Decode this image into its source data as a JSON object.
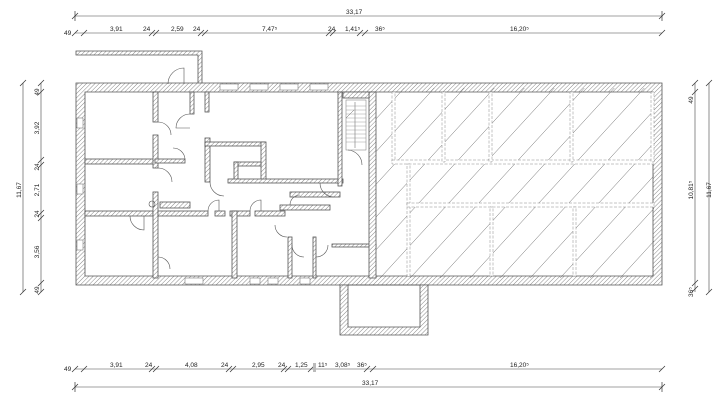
{
  "drawing": {
    "type": "floor-plan",
    "units": "m",
    "colors": {
      "wall_stroke": "#555555",
      "hatch": "#777777",
      "background": "#ffffff"
    }
  },
  "dimensions": {
    "top": {
      "total": "33,17",
      "segments": [
        "49",
        "3,91",
        "24",
        "2,59",
        "24",
        "7,47⁵",
        "24",
        "1,41⁵",
        "36⁵",
        "16,20⁵"
      ]
    },
    "bottom": {
      "total": "33,17",
      "segments": [
        "49",
        "3,91",
        "24",
        "4,08",
        "24",
        "2,95",
        "24",
        "1,25",
        "11⁵",
        "3,08⁵",
        "36⁵",
        "16,20⁵"
      ]
    },
    "left": {
      "total": "11,67",
      "segments": [
        "49",
        "3,92",
        "24",
        "2,71",
        "24",
        "3,56",
        "49"
      ]
    },
    "right": {
      "total": "11,67",
      "segments": [
        "49",
        "10,81⁵",
        "36⁵"
      ]
    }
  },
  "areas": {
    "hatched_zone": "cross-hatched storage cells (east wing)",
    "stair": "staircase",
    "annex": "light shaft / annex south"
  }
}
